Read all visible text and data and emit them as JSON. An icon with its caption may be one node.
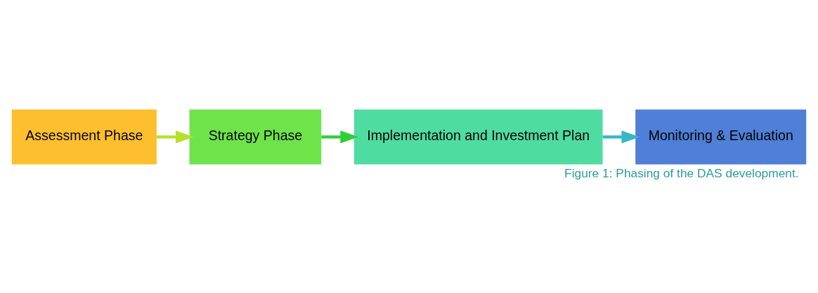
{
  "diagram": {
    "caption": "Figure 1: Phasing of the DAS development.",
    "nodes": [
      {
        "text": [
          "Assessment Phase"
        ]
      },
      {
        "text": [
          "Strategy Phase"
        ]
      },
      {
        "text": [
          "Implementation and Investment Plan"
        ]
      },
      {
        "text": [
          "Monitoring & Evaluation"
        ]
      }
    ],
    "edges": [
      {
        "from": 0,
        "to": 1,
        "arrow": "to",
        "color": "#b7e02a"
      },
      {
        "from": 1,
        "to": 2,
        "arrow": "to",
        "color": "#2fcf3a"
      },
      {
        "from": 2,
        "to": 3,
        "arrow": "to",
        "color": "#36b7c8"
      }
    ]
  }
}
